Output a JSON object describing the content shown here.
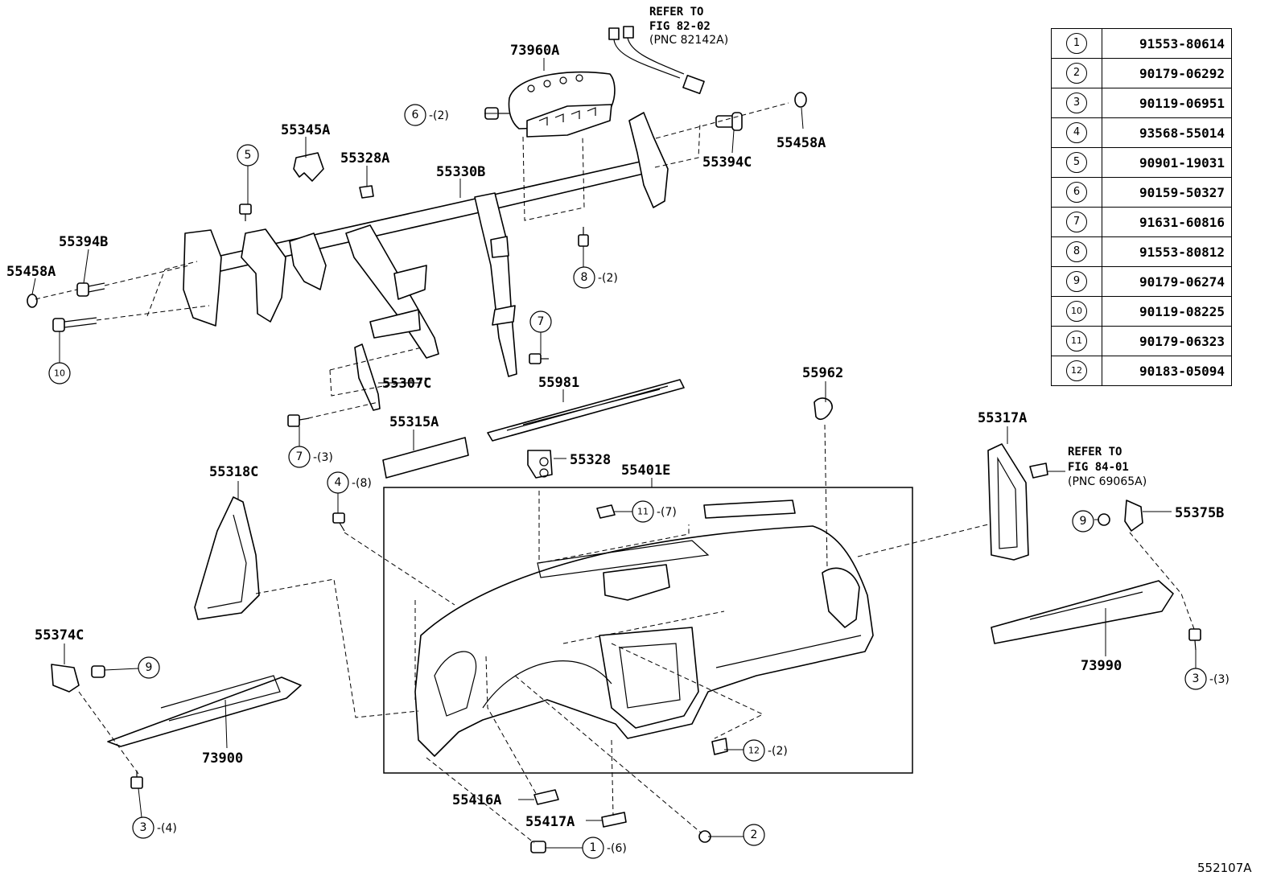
{
  "refs": [
    {
      "line1": "REFER TO",
      "line2": "FIG 82-02",
      "pnc": "(PNC 82142A)"
    },
    {
      "line1": "REFER TO",
      "line2": "FIG 84-01",
      "pnc": "(PNC 69065A)"
    }
  ],
  "parts": {
    "p73960A": "73960A",
    "p55345A": "55345A",
    "p55328A": "55328A",
    "p55330B": "55330B",
    "p55394C": "55394C",
    "p55458A_r": "55458A",
    "p55394B": "55394B",
    "p55458A_l": "55458A",
    "p55307C": "55307C",
    "p55981": "55981",
    "p55962": "55962",
    "p55315A": "55315A",
    "p55328": "55328",
    "p55401E": "55401E",
    "p55318C": "55318C",
    "p55317A": "55317A",
    "p55375B": "55375B",
    "p55374C": "55374C",
    "p73990": "73990",
    "p73900": "73900",
    "p55416A": "55416A",
    "p55417A": "55417A"
  },
  "callouts": {
    "c6": {
      "num": "6",
      "qty": "-(2)"
    },
    "c5": {
      "num": "5"
    },
    "c8": {
      "num": "8",
      "qty": "-(2)"
    },
    "c10": {
      "num": "10"
    },
    "c7a": {
      "num": "7"
    },
    "c7b": {
      "num": "7",
      "qty": "-(3)"
    },
    "c4": {
      "num": "4",
      "qty": "-(8)"
    },
    "c11": {
      "num": "11",
      "qty": "-(7)"
    },
    "c9a": {
      "num": "9"
    },
    "c9b": {
      "num": "9"
    },
    "c3a": {
      "num": "3",
      "qty": "-(3)"
    },
    "c3b": {
      "num": "3",
      "qty": "-(4)"
    },
    "c12": {
      "num": "12",
      "qty": "-(2)"
    },
    "c2": {
      "num": "2"
    },
    "c1": {
      "num": "1",
      "qty": "-(6)"
    }
  },
  "legend": [
    {
      "num": "1",
      "code": "91553-80614"
    },
    {
      "num": "2",
      "code": "90179-06292"
    },
    {
      "num": "3",
      "code": "90119-06951"
    },
    {
      "num": "4",
      "code": "93568-55014"
    },
    {
      "num": "5",
      "code": "90901-19031"
    },
    {
      "num": "6",
      "code": "90159-50327"
    },
    {
      "num": "7",
      "code": "91631-60816"
    },
    {
      "num": "8",
      "code": "91553-80812"
    },
    {
      "num": "9",
      "code": "90179-06274"
    },
    {
      "num": "10",
      "code": "90119-08225"
    },
    {
      "num": "11",
      "code": "90179-06323"
    },
    {
      "num": "12",
      "code": "90183-05094"
    }
  ],
  "illustration_id": "552107A"
}
